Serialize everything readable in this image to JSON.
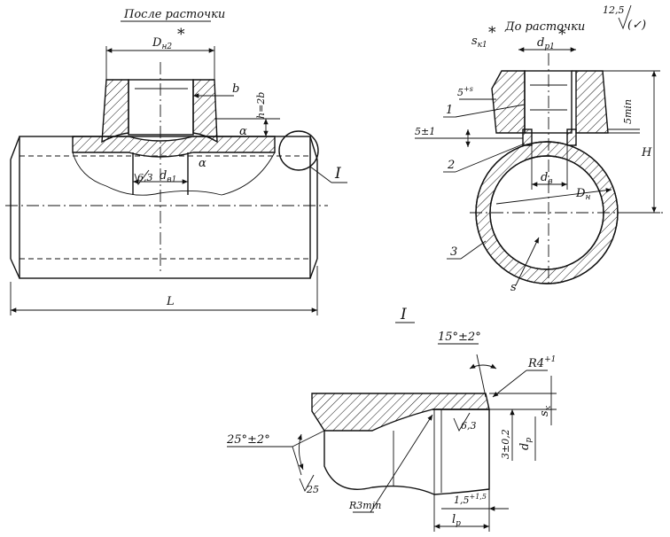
{
  "header": {
    "after_boring": "После расточки",
    "before_boring": "До расточки",
    "roughness_general": "12,5",
    "roughness_general_mark": "(✓)"
  },
  "left_view": {
    "d_h2": "D",
    "d_h2_sub": "н2",
    "star": "*",
    "b": "b",
    "h": "h=2b",
    "roughness": "6,3",
    "d_b1": "d",
    "d_b1_sub": "в1",
    "alpha": "α",
    "L": "L",
    "detail_ref": "I"
  },
  "right_view": {
    "s_k1": "s",
    "s_k1_sub": "к1",
    "d_p1": "d",
    "d_p1_sub": "р1",
    "star": "*",
    "tol_5s": "5",
    "tol_5s_sup": "+s",
    "tol_5pm1": "5±1",
    "min5": "5min",
    "H": "H",
    "d_b": "d",
    "d_b_sub": "в",
    "D_h": "D",
    "D_h_sub": "н",
    "s": "s",
    "pos1": "1",
    "pos2": "2",
    "pos3": "3"
  },
  "detail": {
    "title": "I",
    "angle_top": "15°±2°",
    "r4": "R4",
    "r4_tol": "+1",
    "roughness": "6,3",
    "s_k": "s",
    "s_k_sub": "к",
    "d_p": "d",
    "d_p_sub": "р",
    "dim_3": "3±0,2",
    "angle_left": "25°±2°",
    "roughness_left": "25",
    "r3": "R3min",
    "dim_15": "1,5",
    "dim_15_tol": "+1,5",
    "l_p": "l",
    "l_p_sub": "р"
  }
}
